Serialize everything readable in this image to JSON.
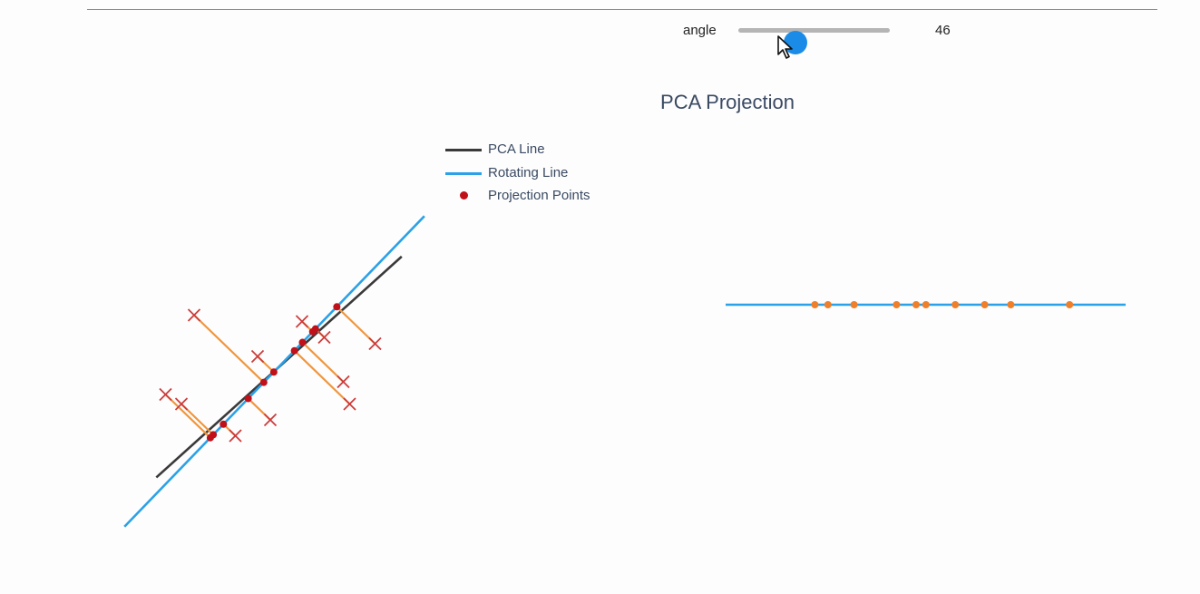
{
  "slider": {
    "label": "angle",
    "value": "46",
    "fraction": 0.3
  },
  "title": "PCA Projection",
  "legend": [
    {
      "label": "PCA Line",
      "color": "#3a3a3a",
      "kind": "line"
    },
    {
      "label": "Rotating Line",
      "color": "#2aa1e8",
      "kind": "line"
    },
    {
      "label": "Projection Points",
      "color": "#c0101a",
      "kind": "dot"
    }
  ],
  "colors": {
    "pca_line": "#3a3a3a",
    "rotating_line": "#2aa1e8",
    "projection_point": "#c0101a",
    "data_marker": "#cc3b3b",
    "projection_segment": "#f0963c",
    "projected_point": "#f07f2a"
  },
  "chart_data": {
    "type": "scatter",
    "angle_deg": 46,
    "pca_angle_deg": 42,
    "points": [
      {
        "x": -3.5,
        "y": -0.8
      },
      {
        "x": -2.6,
        "y": 1.7
      },
      {
        "x": -3.0,
        "y": -1.1
      },
      {
        "x": -1.3,
        "y": -2.1
      },
      {
        "x": -0.6,
        "y": 0.4
      },
      {
        "x": -0.2,
        "y": -1.6
      },
      {
        "x": 0.8,
        "y": 1.5
      },
      {
        "x": 1.5,
        "y": 1.0
      },
      {
        "x": 2.3,
        "y": -1.1
      },
      {
        "x": 2.1,
        "y": -0.4
      },
      {
        "x": 3.1,
        "y": 0.8
      }
    ],
    "projections_1d": [
      -3.1,
      -2.7,
      -1.9,
      -0.6,
      -0.0,
      0.3,
      1.2,
      2.1,
      2.9,
      4.7
    ]
  }
}
